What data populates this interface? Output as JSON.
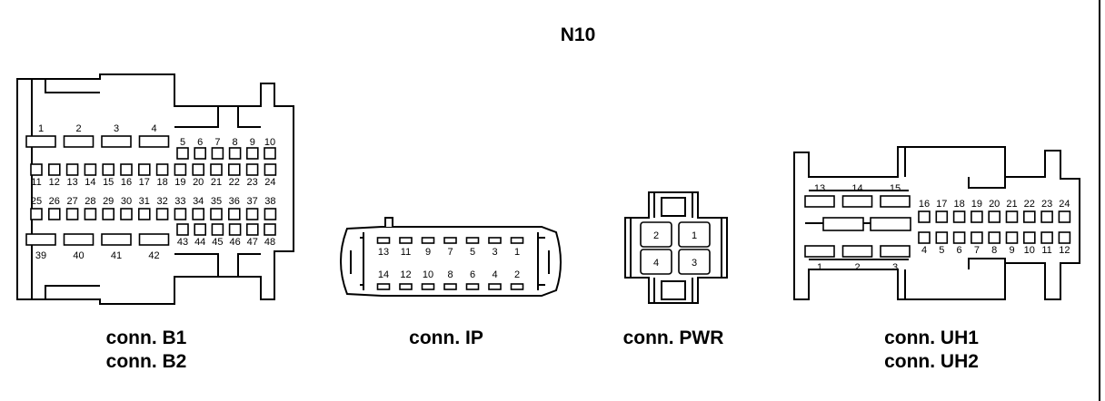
{
  "title": "N10",
  "connectors": {
    "b1b2": {
      "captions": [
        "conn. B1",
        "conn. B2"
      ],
      "pins_top_wide": [
        "1",
        "2",
        "3",
        "4"
      ],
      "pins_row_a": [
        "5",
        "6",
        "7",
        "8",
        "9",
        "10"
      ],
      "pins_row_b": [
        "11",
        "12",
        "13",
        "14",
        "15",
        "16",
        "17",
        "18",
        "19",
        "20",
        "21",
        "22",
        "23",
        "24"
      ],
      "pins_row_c": [
        "25",
        "26",
        "27",
        "28",
        "29",
        "30",
        "31",
        "32",
        "33",
        "34",
        "35",
        "36",
        "37",
        "38"
      ],
      "pins_row_d": [
        "43",
        "44",
        "45",
        "46",
        "47",
        "48"
      ],
      "pins_bottom_wide": [
        "39",
        "40",
        "41",
        "42"
      ]
    },
    "ip": {
      "captions": [
        "conn. IP"
      ],
      "pins_top": [
        "13",
        "11",
        "9",
        "7",
        "5",
        "3",
        "1"
      ],
      "pins_bottom": [
        "14",
        "12",
        "10",
        "8",
        "6",
        "4",
        "2"
      ]
    },
    "pwr": {
      "captions": [
        "conn. PWR"
      ],
      "pins": [
        "2",
        "1",
        "4",
        "3"
      ]
    },
    "uh1uh2": {
      "captions": [
        "conn. UH1",
        "conn. UH2"
      ],
      "pins_top_wide": [
        "13",
        "14",
        "15"
      ],
      "pins_top_row": [
        "16",
        "17",
        "18",
        "19",
        "20",
        "21",
        "22",
        "23",
        "24"
      ],
      "pins_bottom_row": [
        "4",
        "5",
        "6",
        "7",
        "8",
        "9",
        "10",
        "11",
        "12"
      ],
      "pins_bottom_wide": [
        "1",
        "2",
        "3"
      ]
    }
  }
}
